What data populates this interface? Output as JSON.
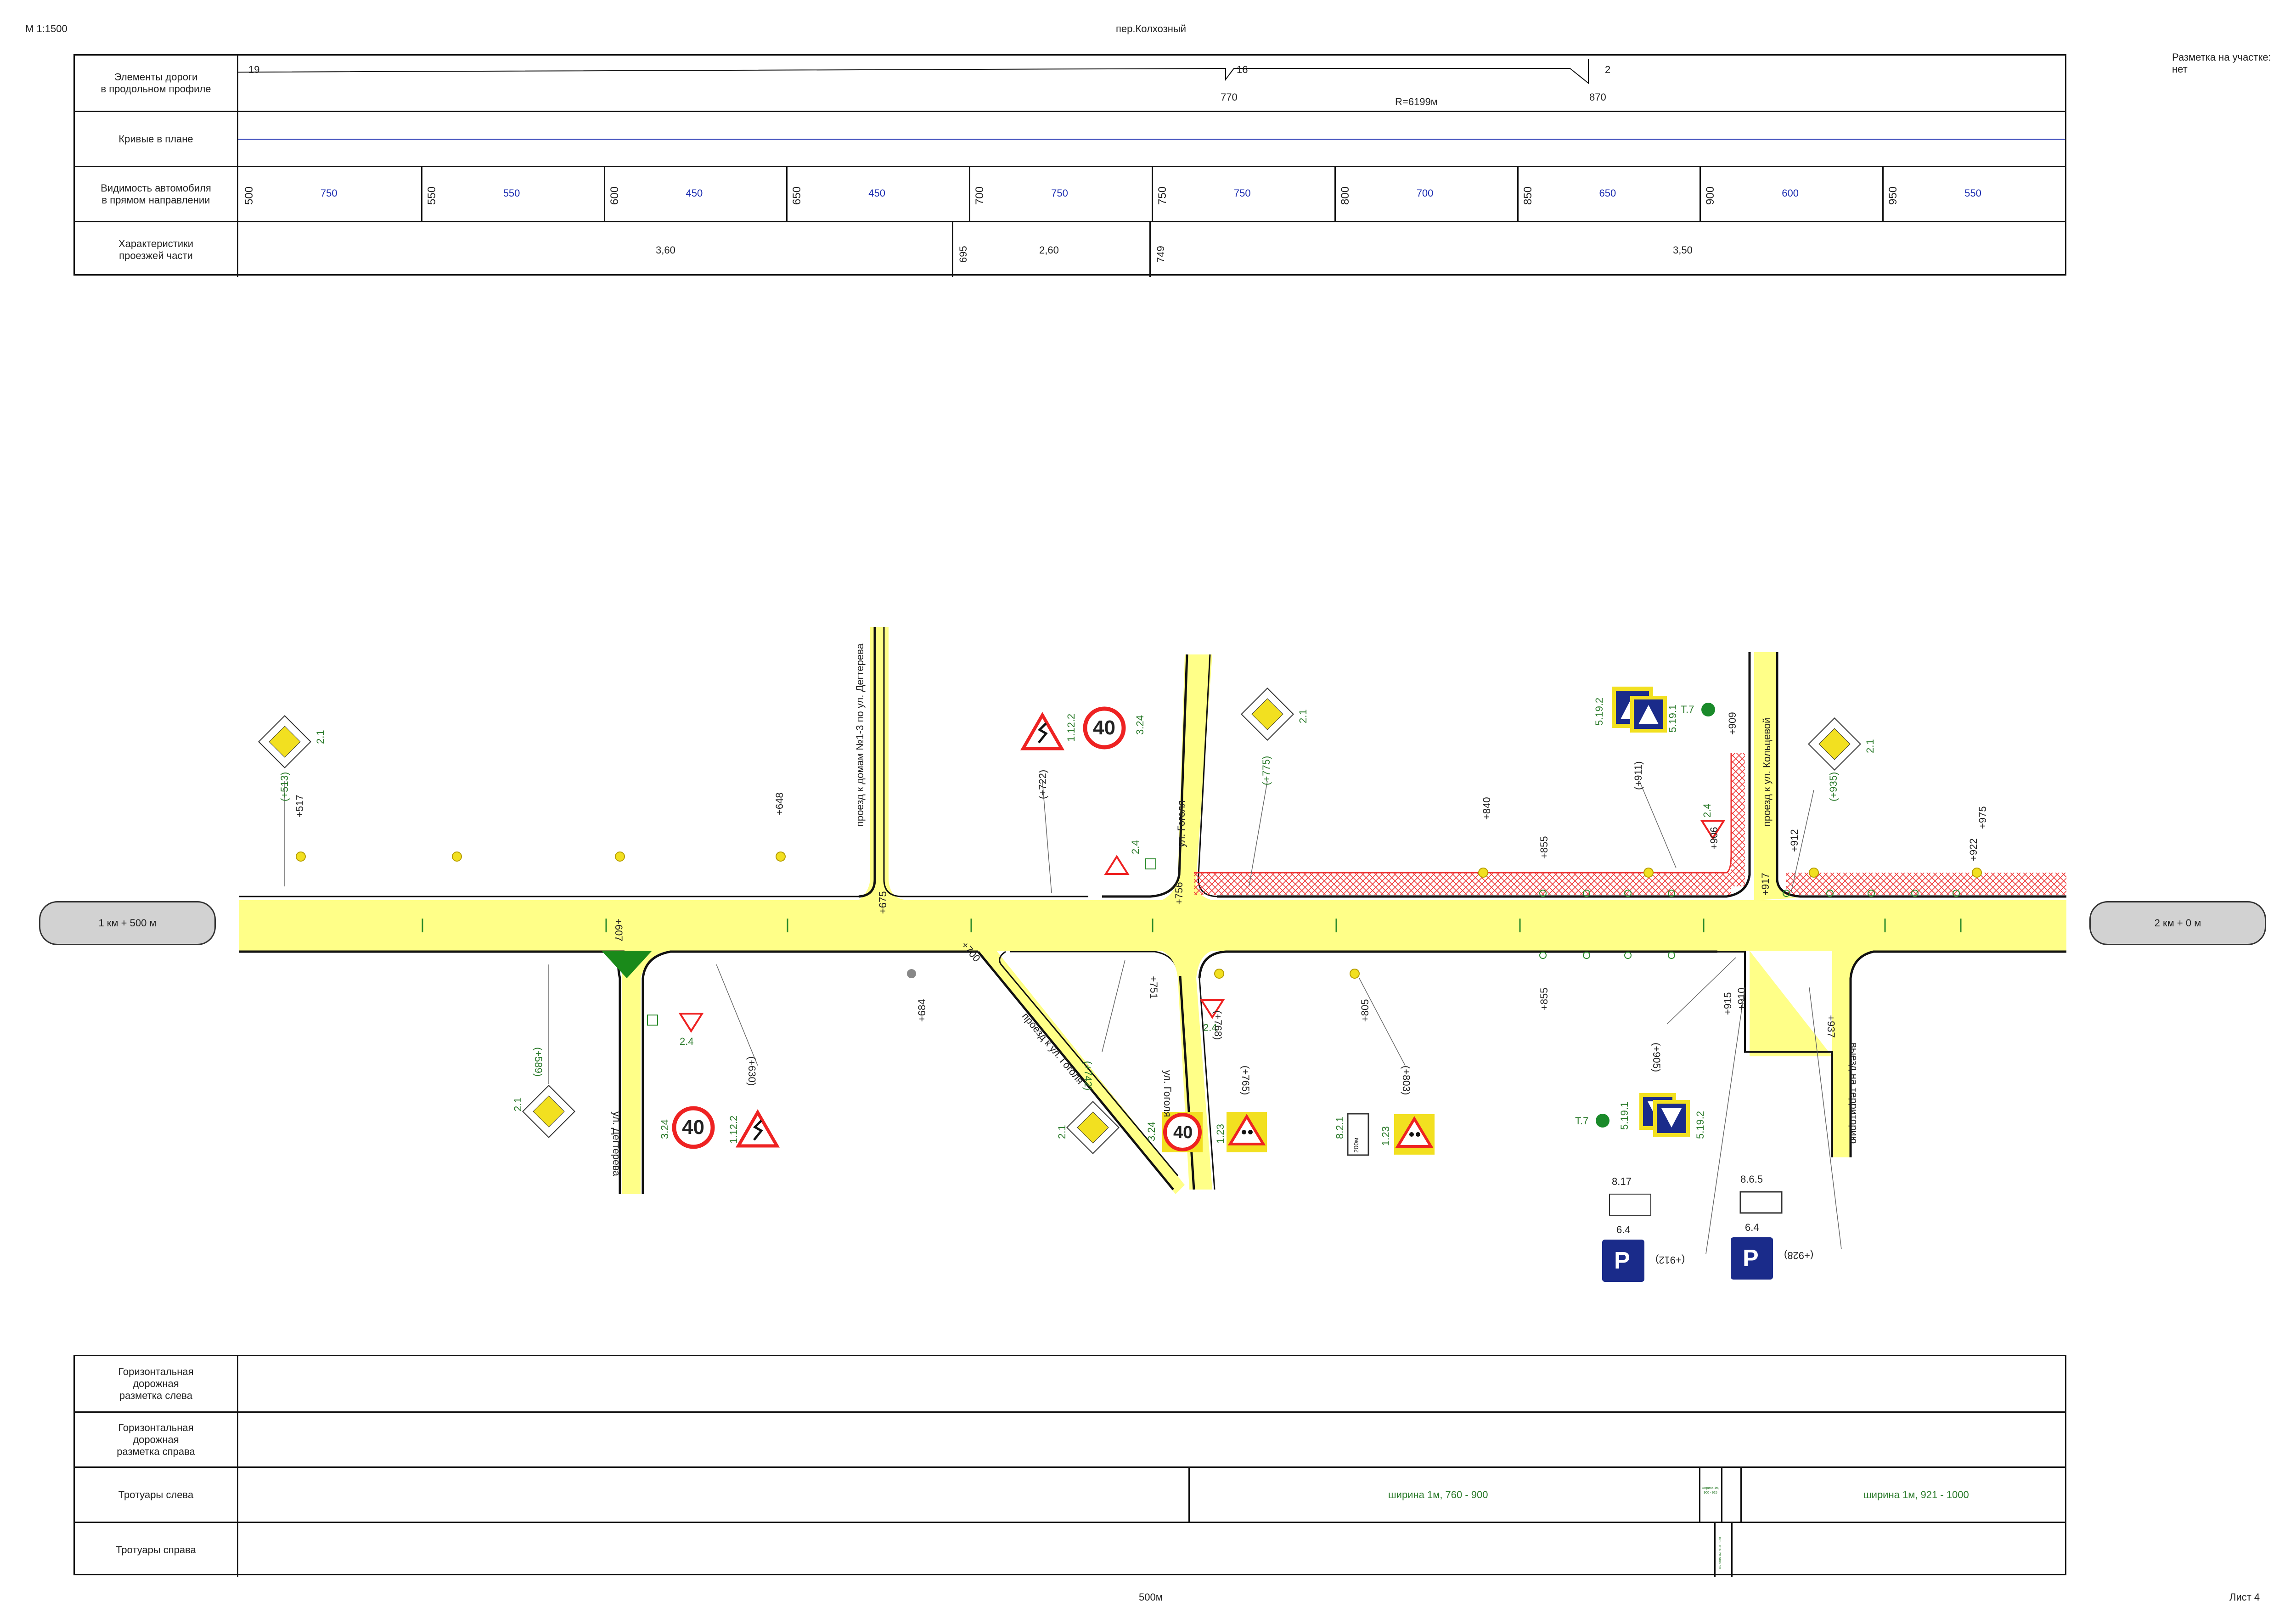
{
  "header": {
    "scale": "М 1:1500",
    "title": "пер.Колхозный",
    "marking_label": "Разметка на участке:",
    "marking_value": "нет",
    "footer_center": "500м",
    "footer_sheet": "Лист 4"
  },
  "top_table": {
    "rows": [
      {
        "label": "Элементы дороги\nв продольном профиле"
      },
      {
        "label": "Кривые в плане"
      },
      {
        "label": "Видимость автомобиля\nв прямом направлении"
      },
      {
        "label": "Характеристики\nпроезжей части"
      }
    ],
    "profile": {
      "p1": "19",
      "p2": "16",
      "p3": "2",
      "d1": "770",
      "d2": "870",
      "radius": "R=6199м"
    },
    "visibility": [
      {
        "km": "500",
        "val": "750"
      },
      {
        "km": "550",
        "val": "550"
      },
      {
        "km": "600",
        "val": "450"
      },
      {
        "km": "650",
        "val": "450"
      },
      {
        "km": "700",
        "val": "750"
      },
      {
        "km": "750",
        "val": "750"
      },
      {
        "km": "800",
        "val": "700"
      },
      {
        "km": "850",
        "val": "650"
      },
      {
        "km": "900",
        "val": "600"
      },
      {
        "km": "950",
        "val": "550"
      }
    ],
    "carriageway": {
      "w1": "3,60",
      "m1": "695",
      "w2": "2,60",
      "m2": "749",
      "w3": "3,50"
    }
  },
  "bottom_table": {
    "rows": [
      {
        "label": "Горизонтальная\nдорожная\nразметка слева"
      },
      {
        "label": "Горизонтальная\nдорожная\nразметка справа"
      },
      {
        "label": "Тротуары слева"
      },
      {
        "label": "Тротуары справа"
      }
    ],
    "sidewalk_left": {
      "s1": "ширина 1м, 760 - 900",
      "s2": "ширина 1м, 900 - 915",
      "s3": "ширина 1м, 921 - 1000"
    },
    "sidewalk_right": {
      "s1": "ширина 1м, 910 - 920"
    }
  },
  "plan": {
    "start_label": "1 км + 500 м",
    "end_label": "2 км + 0 м",
    "streets": {
      "degtereva_up": "проезд к домам №1-3 по ул. Дегтерева",
      "degtereva_down": "ул. Дегтерева",
      "gogolya_up": "ул. Гоголя",
      "gogolya_diag": "проезд к ул. Гоголя",
      "gogolya_down": "ул. Гоголя",
      "koltsevoy": "проезд к ул. Кольцевой",
      "exit": "выезд на территорию"
    },
    "pickets": [
      "+517",
      "+648",
      "+607",
      "+675",
      "+684",
      "+700",
      "+756",
      "+751",
      "+805",
      "+840",
      "+855",
      "+855",
      "+909",
      "+917",
      "+922",
      "+975",
      "+937",
      "+906",
      "+912",
      "+915",
      "+910"
    ],
    "sign_codes": {
      "s21": "2.1",
      "s24": "2.4",
      "s1122": "1.12.2",
      "s324": "3.24",
      "s123": "1.23",
      "s5191": "5.19.1",
      "s5192": "5.19.2",
      "s64": "6.4",
      "s817": "8.17",
      "s865": "8.6.5",
      "s821": "8.2.1",
      "t7": "Т.7",
      "speed": "40",
      "p": "P"
    },
    "sign_pickets": {
      "a": "(+513)",
      "b": "(+589)",
      "c": "(+630)",
      "d": "(+722)",
      "e": "(+742)",
      "f": "(+775)",
      "g": "(+765)",
      "h": "(+768)",
      "i": "(+803)",
      "j": "(+911)",
      "k": "(+905)",
      "l": "(+935)",
      "m": "(+912)",
      "n": "(+928)",
      "o": "(+906)"
    },
    "plate_text": "200м"
  }
}
